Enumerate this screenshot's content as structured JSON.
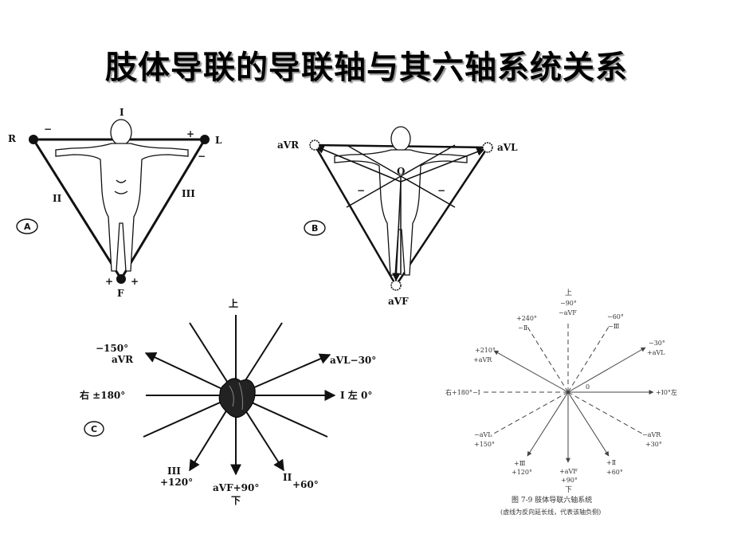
{
  "title": "肢体导联的导联轴与其六轴系统关系",
  "panel_a": {
    "marker": "A",
    "label_I": "I",
    "label_R": "R",
    "label_L": "L",
    "label_F": "F",
    "label_II": "II",
    "label_III": "III",
    "minus_R": "−",
    "plus_L": "+",
    "minus_L": "−",
    "plus_F_left": "+",
    "plus_F_right": "+"
  },
  "panel_b": {
    "marker": "B",
    "aVR": "aVR",
    "aVL": "aVL",
    "aVF": "aVF",
    "center_O": "O",
    "minus_left": "−",
    "minus_right": "−"
  },
  "panel_c": {
    "marker": "C",
    "top": "上",
    "bottom": "下",
    "aVR_deg": "−150°",
    "aVR": "aVR",
    "aVL": "aVL−30°",
    "left_right": "右 ±180°",
    "lead_I": "I  左 0°",
    "III": "III",
    "III_deg": "+120°",
    "aVF": "aVF+90°",
    "II": "II",
    "II_deg": "+60°"
  },
  "figure_7_9": {
    "top": "上",
    "minus90": "−90°",
    "minus_aVF": "−aVF",
    "p240": "+240°",
    "minus_II": "−Ⅱ",
    "m60": "−60°",
    "minus_III": "−Ⅲ",
    "m30": "−30°",
    "plus_aVL": "+aVL",
    "p210": "+210°",
    "plus_aVR": "+aVR",
    "right180": "右+180°−Ⅰ",
    "zero": "0",
    "plusI0": "+Ⅰ0°左",
    "minus_aVL": "−aVL",
    "p150": "+150°",
    "minus_aVR": "−aVR",
    "p30": "+30°",
    "plus_III": "+Ⅲ",
    "p120": "+120°",
    "plus_aVF": "+aVF",
    "p90": "+90°",
    "bottom": "下",
    "plus_II": "+Ⅱ",
    "p60": "+60°",
    "caption": "图 7-9   肢体导联六轴系统",
    "note": "(虚线为反向延长线，代表该轴负侧)"
  }
}
